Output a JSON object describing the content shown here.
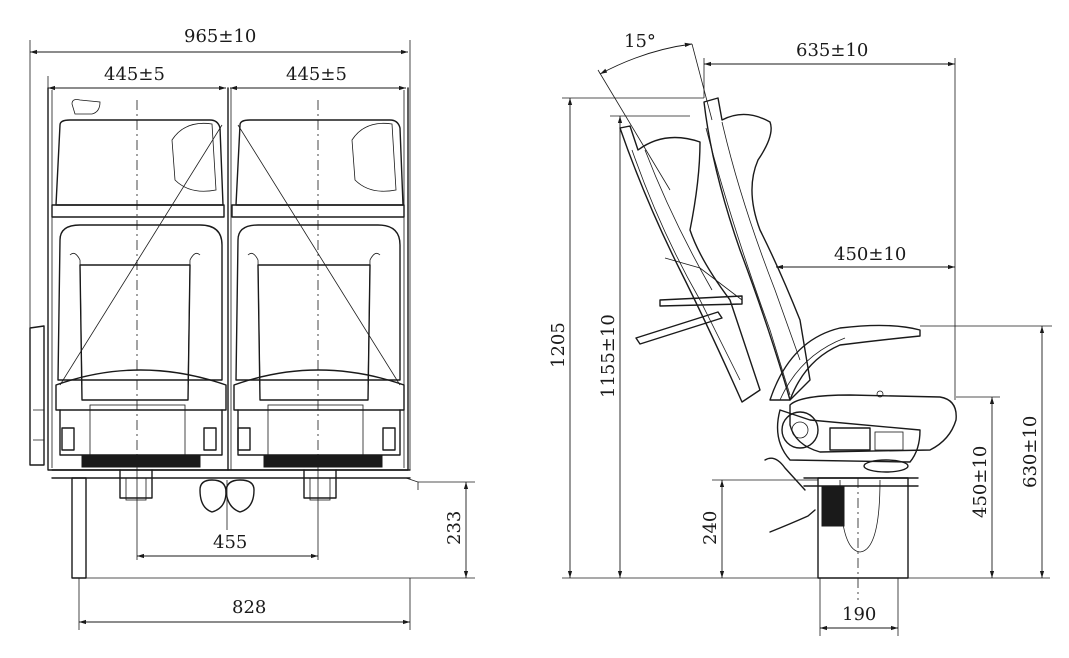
{
  "front_view": {
    "overall_width": "965±10",
    "seat_width_left": "445±5",
    "seat_width_right": "445±5",
    "leg_spacing": "455",
    "base_width": "828",
    "leg_height": "233"
  },
  "side_view": {
    "recline_angle": "15°",
    "depth": "635±10",
    "cushion_depth": "450±10",
    "total_height": "1205",
    "back_height": "1155±10",
    "armrest_height": "630±10",
    "seat_height": "450±10",
    "pedestal_height": "240",
    "pedestal_width": "190"
  }
}
